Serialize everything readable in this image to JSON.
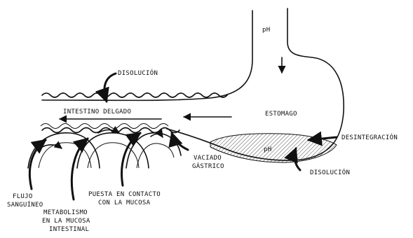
{
  "labels": {
    "disolucion_top": "DISOLUCIÓN",
    "intestino": "INTESTINO DELGADO",
    "estomago": "ESTOMAGO",
    "ph_top": "pH",
    "ph_pool": "pH",
    "desintegracion": "DESINTEGRACIÓN",
    "disolucion_bottom": "DISOLUCIÓN",
    "vaciado_line1": "VACIADO",
    "vaciado_line2": "GÁSTRICO",
    "flujo_line1": "FLUJO",
    "flujo_line2": "SANGUÍNEO",
    "metab_line1": "METABOLISMO",
    "metab_line2": "EN LA MUCOSA",
    "metab_line3": "INTESTINAL",
    "puesta_line1": "PUESTA EN CONTACTO",
    "puesta_line2": "CON LA MUCOSA"
  }
}
